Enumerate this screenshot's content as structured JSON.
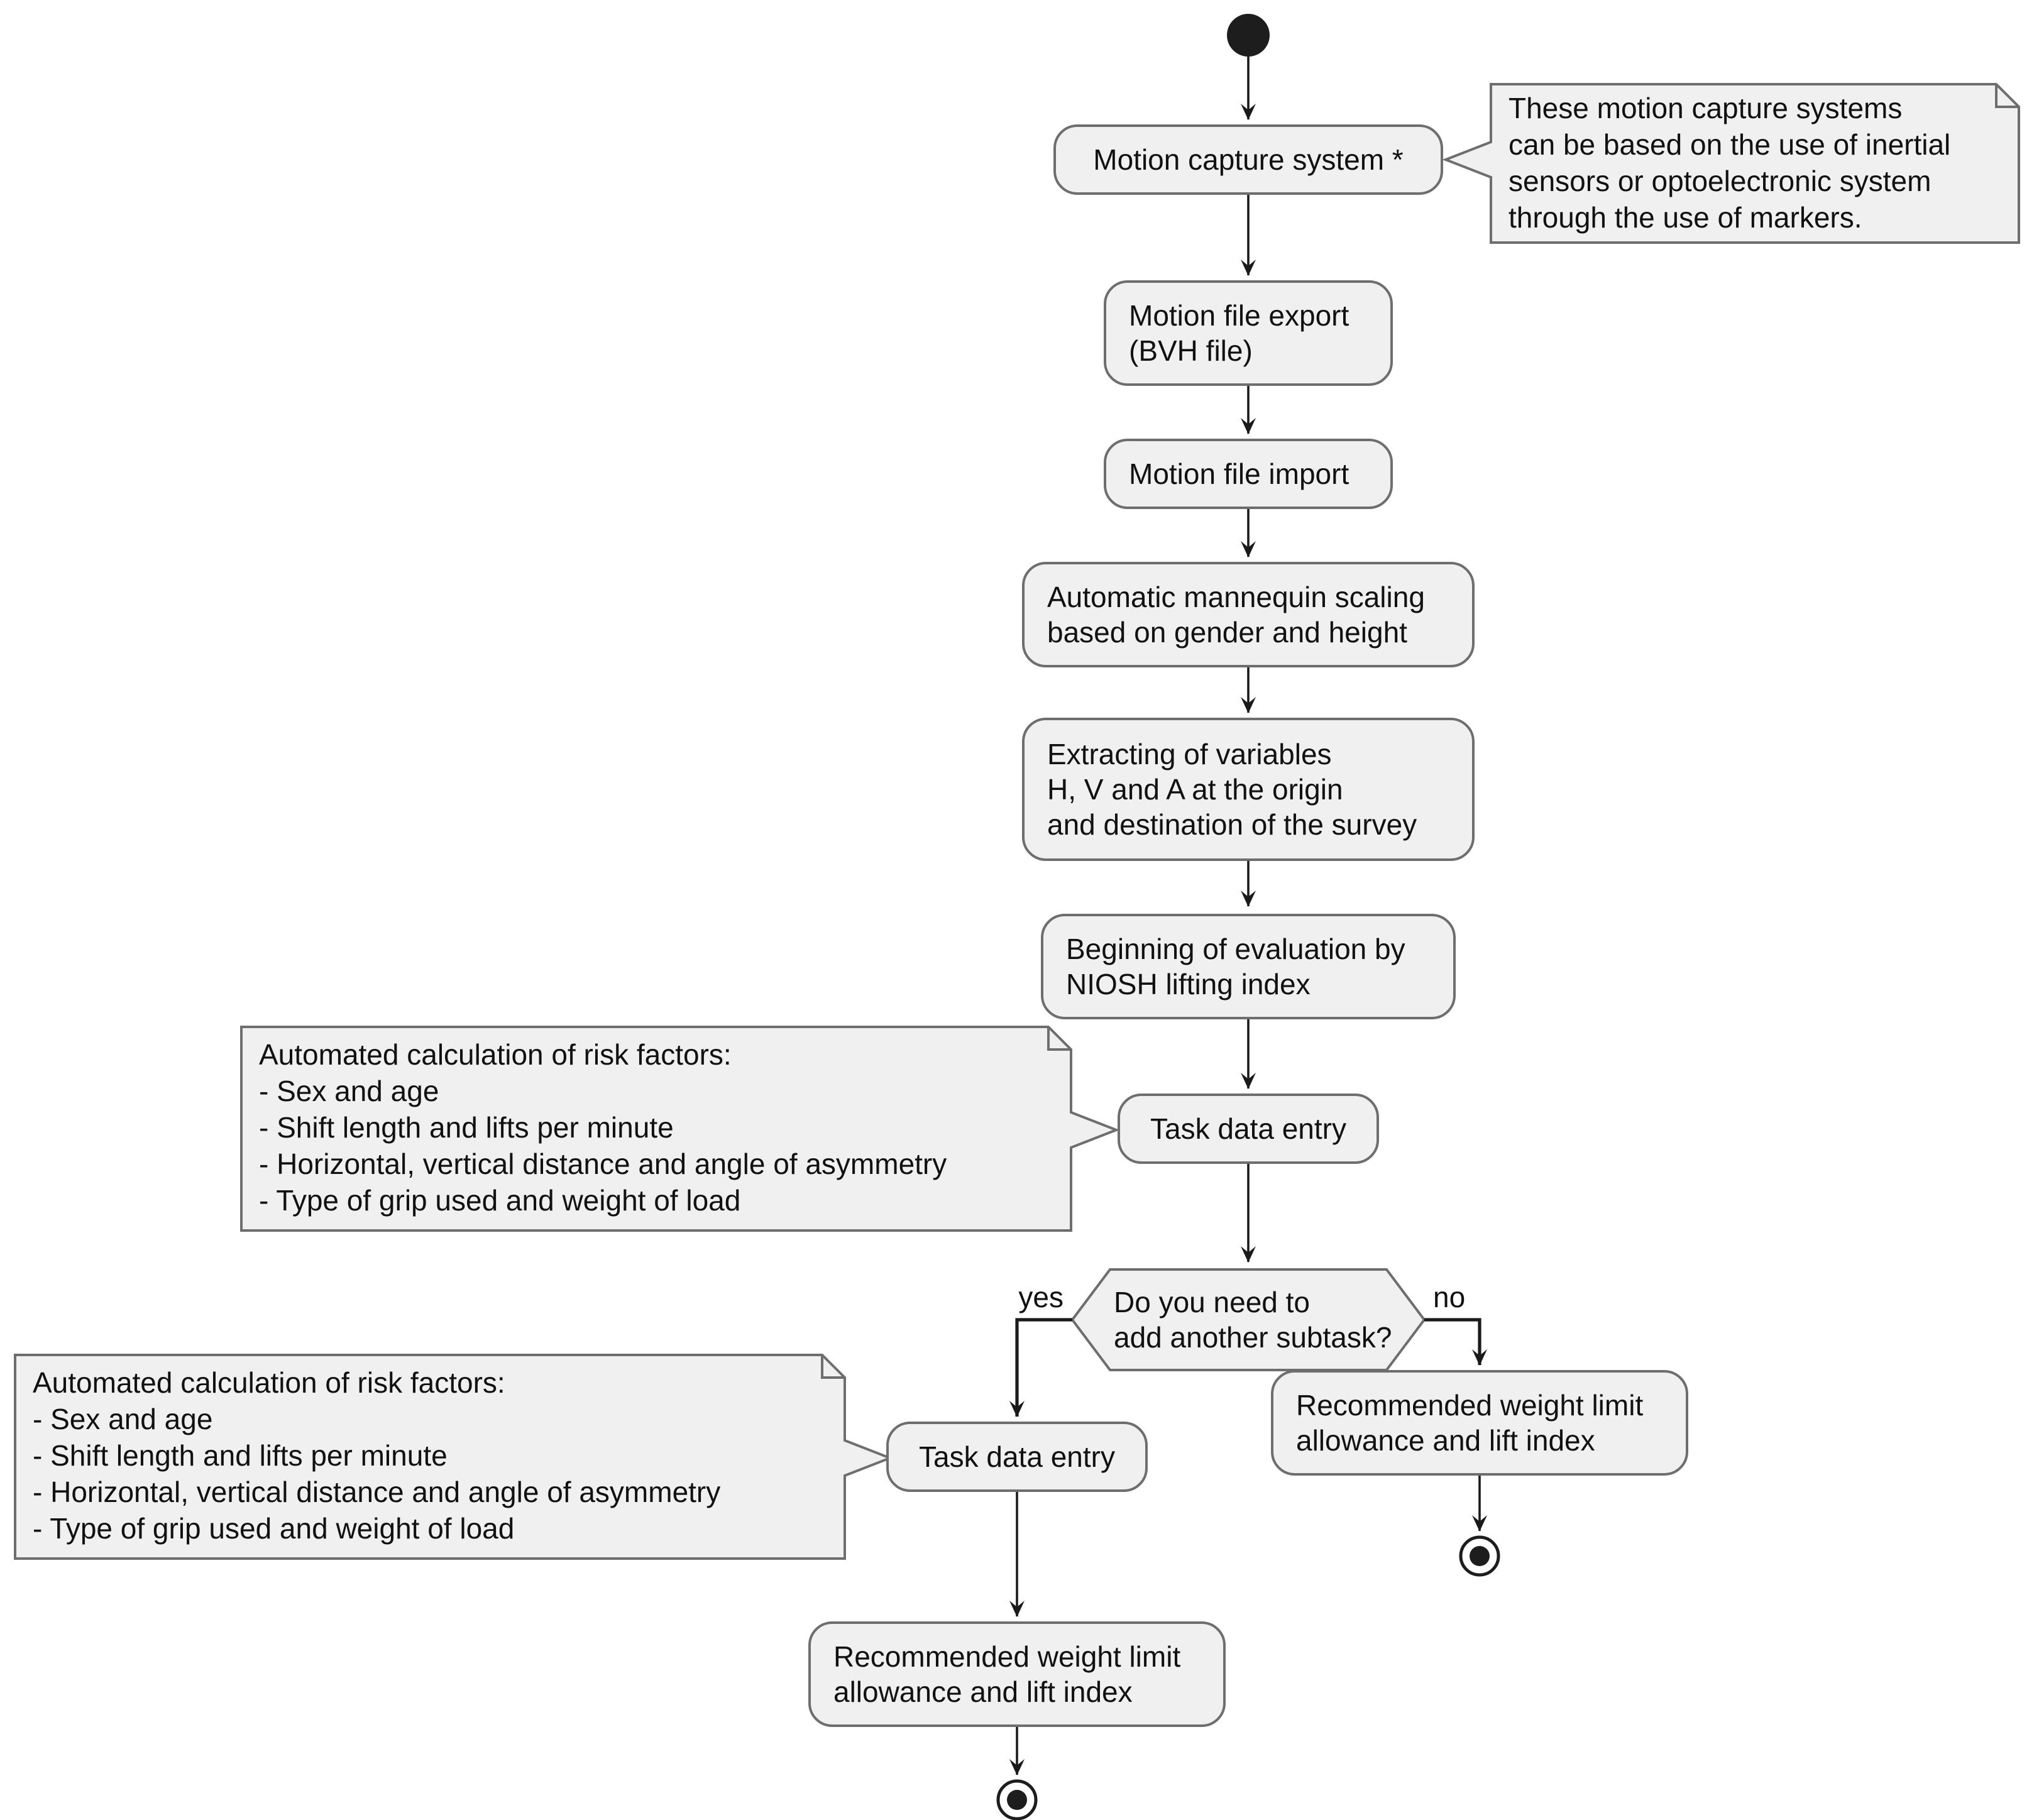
{
  "diagram_type": "activity-flowchart",
  "colors": {
    "background": "#ffffff",
    "node_fill": "#f0f0f0",
    "node_border": "#6e6e6e",
    "arrow": "#1a1a1a",
    "text": "#111111",
    "terminal_fill": "#1d1d1d"
  },
  "icons": {
    "start_node": "filled-circle",
    "end_node": "ring-with-filled-dot"
  },
  "nodes": {
    "motion_capture": "Motion capture system *",
    "file_export": "Motion file export\n(BVH file)",
    "file_import": "Motion file import",
    "mannequin_scaling": "Automatic mannequin scaling\nbased on gender and height",
    "extracting_variables": "Extracting of variables\nH, V and A at the origin\nand destination of the survey",
    "niosh_evaluation": "Beginning of evaluation by\nNIOSH lifting index",
    "task_data_entry_1": "Task data entry",
    "task_data_entry_2": "Task data entry",
    "recommended_weight_right": "Recommended weight limit\nallowance and lift index",
    "recommended_weight_bottom": "Recommended weight limit\nallowance and lift index"
  },
  "decision": {
    "question": "Do you need to\nadd another subtask?",
    "yes_label": "yes",
    "no_label": "no"
  },
  "notes": {
    "motion_capture_note": "These motion capture systems\ncan be based on the use of inertial\nsensors or optoelectronic system\nthrough the use of markers.",
    "risk_factors_note_1": "Automated calculation of risk factors:\n- Sex and age\n- Shift length and lifts per minute\n- Horizontal, vertical distance and angle of asymmetry\n- Type of grip used and weight of load",
    "risk_factors_note_2": "Automated calculation of risk factors:\n- Sex and age\n- Shift length and lifts per minute\n- Horizontal, vertical distance and angle of asymmetry\n- Type of grip used and weight of load"
  }
}
